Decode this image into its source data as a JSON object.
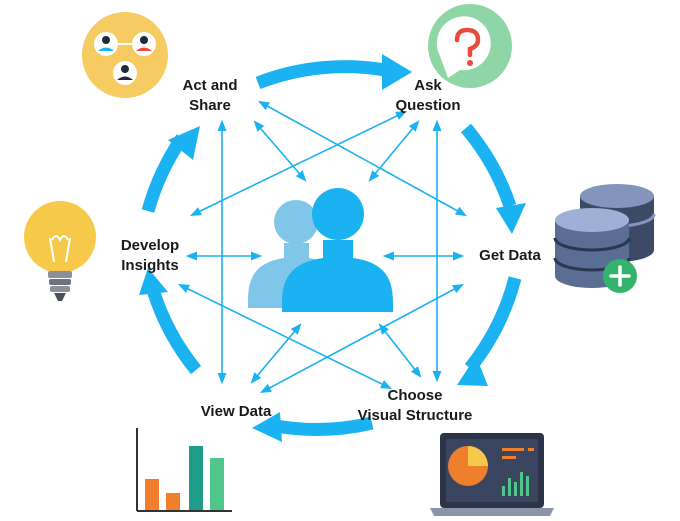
{
  "diagram": {
    "stages": [
      {
        "id": "act",
        "line1": "Act and",
        "line2": "Share"
      },
      {
        "id": "ask",
        "line1": "Ask",
        "line2": "Question"
      },
      {
        "id": "get",
        "line1": "Get Data",
        "line2": ""
      },
      {
        "id": "choose",
        "line1": "Choose",
        "line2": "Visual Structure"
      },
      {
        "id": "view",
        "line1": "View Data",
        "line2": ""
      },
      {
        "id": "develop",
        "line1": "Develop",
        "line2": "Insights"
      }
    ],
    "center_icon": "people-group-icon",
    "stage_icons": {
      "act": "team-collaboration-icon",
      "ask": "question-bubble-icon",
      "get": "database-add-icon",
      "choose": "laptop-dashboard-icon",
      "view": "bar-chart-icon",
      "develop": "lightbulb-icon"
    },
    "colors": {
      "arrow_blue": "#1ab2f0",
      "people_front": "#1ab2f0",
      "people_back": "#7fc6e8",
      "question_green": "#8fd6a6",
      "question_mark": "#e84b3c",
      "team_yellow": "#f5cb62",
      "bulb_yellow": "#f6c94a",
      "db_slate": "#5a6d92",
      "plus_green": "#33b36b",
      "bar_orange": "#ef7f2d",
      "bar_teal": "#1d9d88",
      "bar_green": "#4fc48b"
    }
  }
}
